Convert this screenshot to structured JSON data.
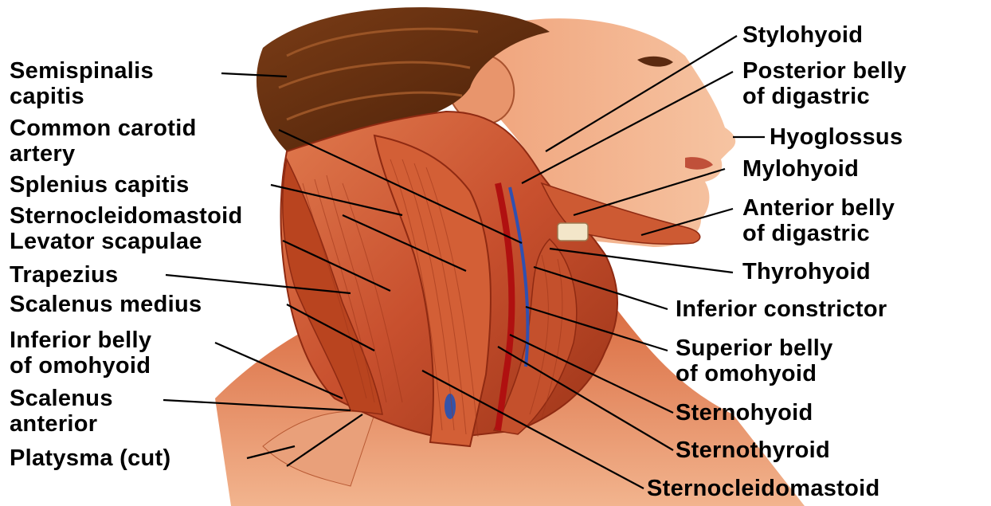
{
  "diagram": {
    "colors": {
      "muscle": "#c8502e",
      "muscle_dark": "#8f2a12",
      "skin": "#f2b08a",
      "hair": "#6b3413",
      "leader": "#000000",
      "text": "#000000"
    },
    "labels_left": [
      {
        "id": "semispinalis-capitis",
        "lines": [
          "Semispinalis",
          "capitis"
        ]
      },
      {
        "id": "common-carotid-artery",
        "lines": [
          "Common carotid",
          "artery"
        ]
      },
      {
        "id": "splenius-capitis",
        "lines": [
          "Splenius capitis"
        ]
      },
      {
        "id": "sternocleidomastoid-left",
        "lines": [
          "Sternocleidomastoid"
        ]
      },
      {
        "id": "levator-scapulae",
        "lines": [
          "Levator scapulae"
        ]
      },
      {
        "id": "trapezius",
        "lines": [
          "Trapezius"
        ]
      },
      {
        "id": "scalenus-medius",
        "lines": [
          "Scalenus medius"
        ]
      },
      {
        "id": "inferior-belly-omohyoid",
        "lines": [
          "Inferior belly",
          "of omohyoid"
        ]
      },
      {
        "id": "scalenus-anterior",
        "lines": [
          "Scalenus",
          "anterior"
        ]
      },
      {
        "id": "platysma-cut",
        "lines": [
          "Platysma (cut)"
        ]
      }
    ],
    "labels_right": [
      {
        "id": "stylohyoid",
        "lines": [
          "Stylohyoid"
        ]
      },
      {
        "id": "posterior-belly-digastric",
        "lines": [
          "Posterior belly",
          "of digastric"
        ]
      },
      {
        "id": "hyoglossus",
        "lines": [
          "Hyoglossus"
        ]
      },
      {
        "id": "mylohyoid",
        "lines": [
          "Mylohyoid"
        ]
      },
      {
        "id": "anterior-belly-digastric",
        "lines": [
          "Anterior belly",
          "of digastric"
        ]
      },
      {
        "id": "thyrohyoid",
        "lines": [
          "Thyrohyoid"
        ]
      },
      {
        "id": "inferior-constrictor",
        "lines": [
          "Inferior constrictor"
        ]
      },
      {
        "id": "superior-belly-omohyoid",
        "lines": [
          "Superior belly",
          "of omohyoid"
        ]
      },
      {
        "id": "sternohyoid",
        "lines": [
          "Sternohyoid"
        ]
      },
      {
        "id": "sternothyroid",
        "lines": [
          "Sternothyroid"
        ]
      },
      {
        "id": "sternocleidomastoid-right",
        "lines": [
          "Sternocleidomastoid"
        ]
      }
    ]
  }
}
